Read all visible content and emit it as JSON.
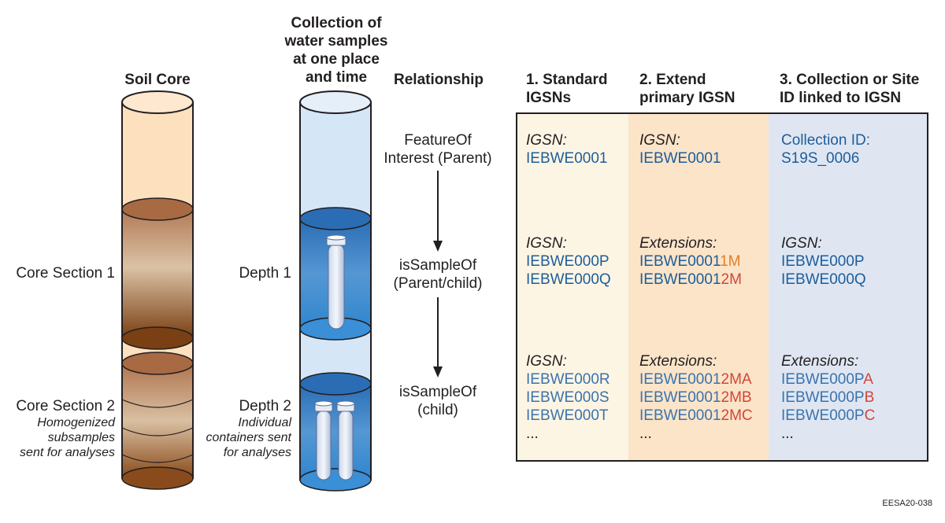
{
  "headers": {
    "soil_core": "Soil Core",
    "water": [
      "Collection of",
      "water samples",
      "at one place",
      "and time"
    ],
    "relationship": "Relationship",
    "col1": [
      "1. Standard",
      "IGSNs"
    ],
    "col2": [
      "2. Extend",
      "primary IGSN"
    ],
    "col3": [
      "3. Collection or Site",
      "ID linked to IGSN"
    ]
  },
  "left_labels": {
    "core_section_1": "Core Section 1",
    "core_section_2": "Core Section 2",
    "core_section_2_note": [
      "Homogenized",
      "subsamples",
      "sent for analyses"
    ],
    "depth_1": "Depth 1",
    "depth_2": "Depth 2",
    "depth_2_note": [
      "Individual",
      "containers sent",
      "for analyses"
    ]
  },
  "relationships": [
    [
      "FeatureOf",
      "Interest (Parent)"
    ],
    [
      "isSampleOf",
      "(Parent/child)"
    ],
    [
      "isSampleOf",
      "(child)"
    ]
  ],
  "table": {
    "row1": {
      "col1": {
        "label": "IGSN:",
        "values": [
          "IEBWE0001"
        ]
      },
      "col2": {
        "label": "IGSN:",
        "values": [
          "IEBWE0001"
        ]
      },
      "col3": {
        "label": "",
        "values": [
          "Collection ID:",
          "S19S_0006"
        ]
      }
    },
    "row2": {
      "col1": {
        "label": "IGSN:",
        "values": [
          "IEBWE000P",
          "IEBWE000Q"
        ]
      },
      "col2": {
        "label": "Extensions:",
        "values": [
          {
            "base": "IEBWE0001",
            "ext": "1M"
          },
          {
            "base": "IEBWE0001",
            "ext": "2M"
          }
        ]
      },
      "col3": {
        "label": "IGSN:",
        "values": [
          "IEBWE000P",
          "IEBWE000Q"
        ]
      }
    },
    "row3": {
      "col1": {
        "label": "IGSN:",
        "values": [
          "IEBWE000R",
          "IEBWE000S",
          "IEBWE000T",
          "..."
        ]
      },
      "col2": {
        "label": "Extensions:",
        "values": [
          {
            "base": "IEBWE0001",
            "ext": "2MA"
          },
          {
            "base": "IEBWE0001",
            "ext": "2MB"
          },
          {
            "base": "IEBWE0001",
            "ext": "2MC"
          },
          {
            "base": "...",
            "ext": ""
          }
        ]
      },
      "col3": {
        "label": "Extensions:",
        "values": [
          {
            "base": "IEBWE000P",
            "ext": "A"
          },
          {
            "base": "IEBWE000P",
            "ext": "B"
          },
          {
            "base": "IEBWE000P",
            "ext": "C"
          },
          {
            "base": "...",
            "ext": ""
          }
        ]
      }
    }
  },
  "figure_id": "EESA20-038",
  "colors": {
    "table_col1_bg": "#fdf5e4",
    "table_col2_bg": "#fbe4c8",
    "table_col3_bg": "#dfe6f2",
    "igsn_dark": "#1d5d9b",
    "igsn_medium": "#3a73ad",
    "ext_orange": "#e0812a",
    "ext_red": "#d2463a",
    "soil_tube": "#fde0bd",
    "water_tube": "#d5e6f7",
    "water_fill": "#2e7dc4"
  }
}
